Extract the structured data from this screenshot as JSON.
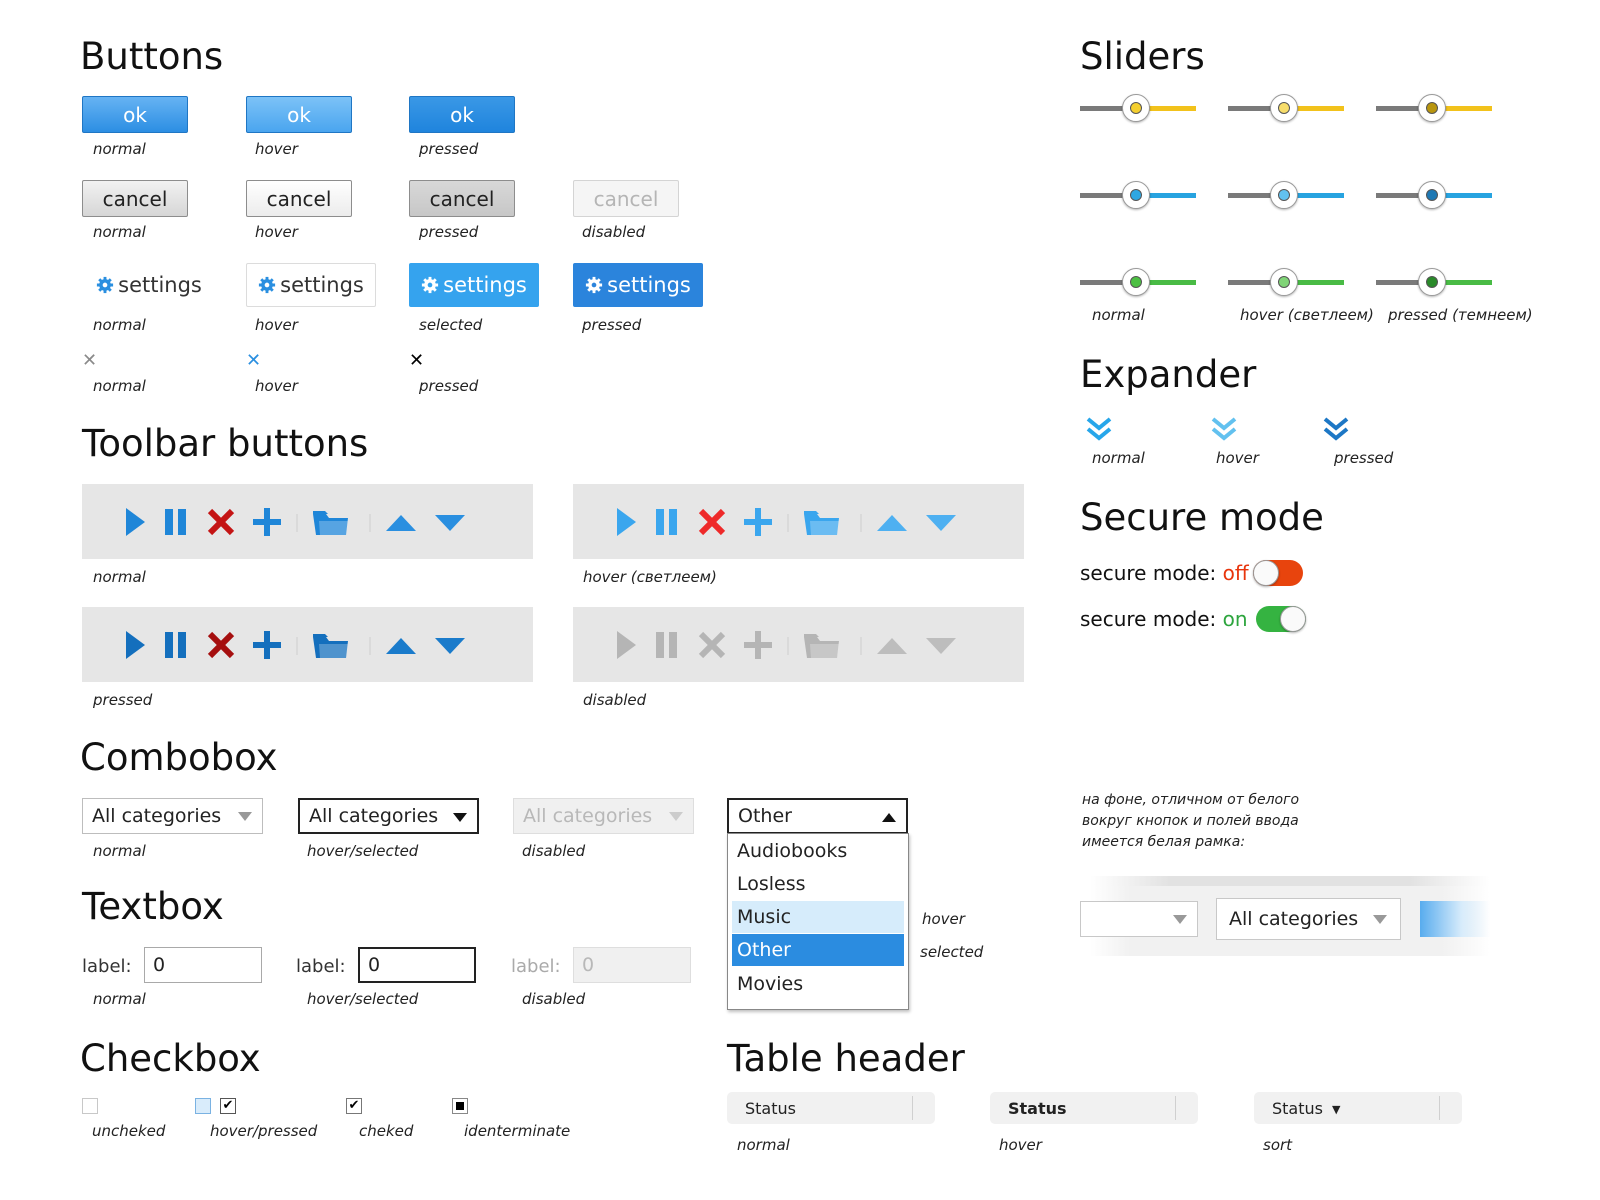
{
  "sections": {
    "buttons": "Buttons",
    "toolbar": "Toolbar buttons",
    "combobox": "Combobox",
    "textbox": "Textbox",
    "checkbox": "Checkbox",
    "table_header": "Table header",
    "sliders": "Sliders",
    "expander": "Expander",
    "secure_mode": "Secure mode"
  },
  "buttons": {
    "ok_label": "ok",
    "cancel_label": "cancel",
    "settings_label": "settings",
    "close_glyph": "✕",
    "captions": {
      "normal": "normal",
      "hover": "hover",
      "pressed": "pressed",
      "disabled": "disabled",
      "selected": "selected"
    },
    "colors": {
      "accent": "#2c8ee3",
      "settings_selected": "#35a3ee",
      "settings_pressed": "#2b84dc"
    }
  },
  "toolbar": {
    "icons": [
      "play-icon",
      "pause-icon",
      "delete-icon",
      "add-icon",
      "folder-icon",
      "arrow-up-icon",
      "arrow-down-icon"
    ],
    "captions": {
      "normal": "normal",
      "hover": "hover (светлеем)",
      "pressed": "pressed",
      "disabled": "disabled"
    }
  },
  "sliders": {
    "track_colors": {
      "yellow": "#f2c21b",
      "blue": "#27a3e0",
      "green": "#49bb45"
    },
    "dot_colors": {
      "yellow": [
        "#f4cf2f",
        "#f7dd6b",
        "#b9960f"
      ],
      "blue": [
        "#2ea7e2",
        "#62c1ef",
        "#1f79b4"
      ],
      "green": [
        "#4dc043",
        "#80d477",
        "#2a8a2a"
      ]
    },
    "captions": [
      "normal",
      "hover (светлеем)",
      "pressed (темнеем)"
    ]
  },
  "expander": {
    "captions": [
      "normal",
      "hover",
      "pressed"
    ],
    "colors": [
      "#27a6ea",
      "#62c1ef",
      "#1d77c5"
    ]
  },
  "secure_mode": {
    "label": "secure mode: ",
    "off_value": "off",
    "on_value": "on",
    "off_color": "#e8350d",
    "on_color": "#2da53e"
  },
  "combobox": {
    "value": "All categories",
    "open_value": "Other",
    "captions": {
      "normal": "normal",
      "hover": "hover/selected",
      "disabled": "disabled"
    },
    "options": [
      "Audiobooks",
      "Losless",
      "Music",
      "Other",
      "Movies"
    ],
    "hover_caption": "hover",
    "selected_caption": "selected"
  },
  "note": {
    "text": "на фоне, отличном от белого вокруг кнопок и полей ввода имеется белая рамка:",
    "combo_value": "All categories"
  },
  "textbox": {
    "label": "label:",
    "value": "0",
    "captions": {
      "normal": "normal",
      "hover": "hover/selected",
      "disabled": "disabled"
    }
  },
  "checkbox": {
    "captions": [
      "uncheked",
      "hover/pressed",
      "cheked",
      "identerminate"
    ],
    "check_glyph": "✔"
  },
  "table_header": {
    "label": "Status",
    "sort_glyph": "▼",
    "captions": [
      "normal",
      "hover",
      "sort"
    ]
  }
}
